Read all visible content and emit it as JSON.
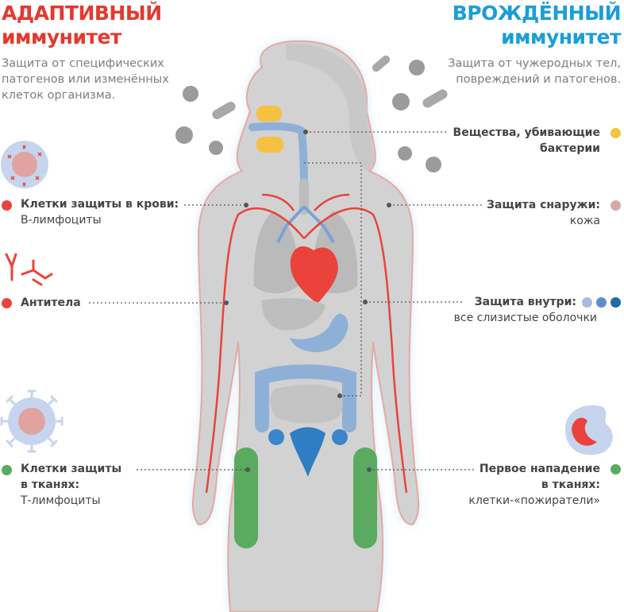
{
  "adaptive": {
    "title_line1": "АДАПТИВНЫЙ",
    "title_line2": "иммунитет",
    "description": "Защита от специфических патогенов или изменённых клеток организма."
  },
  "innate": {
    "title_line1": "ВРОЖДЁННЫЙ",
    "title_line2": "иммунитет",
    "description": "Защита от чужеродных тел, повреждений и патогенов."
  },
  "labels": {
    "blood_cells": {
      "title": "Клетки защиты в крови:",
      "sub": "B-лимфоциты",
      "color": "#e9433b"
    },
    "antibodies": {
      "title": "Антитела",
      "color": "#e9433b"
    },
    "tissue_cells": {
      "title_line1": "Клетки защиты",
      "title_line2": "в тканях:",
      "sub": "Т-лимфоциты",
      "color": "#5aaa5f"
    },
    "bactericidal": {
      "title_line1": "Вещества, убивающие",
      "title_line2": "бактерии",
      "color": "#f5c142"
    },
    "outer": {
      "title": "Защита снаружи:",
      "sub": "кожа",
      "color": "#d4a9a6"
    },
    "inner": {
      "title": "Защита внутри:",
      "sub": "все слизистые оболочки",
      "colors": [
        "#a4bfdc",
        "#5a8fc9",
        "#1f6aa8"
      ]
    },
    "first_attack": {
      "title_line1": "Первое нападение",
      "title_line2": "в тканях:",
      "sub": "клетки-«пожиратели»",
      "color": "#5aaa5f"
    }
  },
  "icons": [
    "bacterium-icon",
    "virus-icon",
    "b-lymphocyte-icon",
    "antibody-icon",
    "t-lymphocyte-icon",
    "macrophage-icon"
  ]
}
